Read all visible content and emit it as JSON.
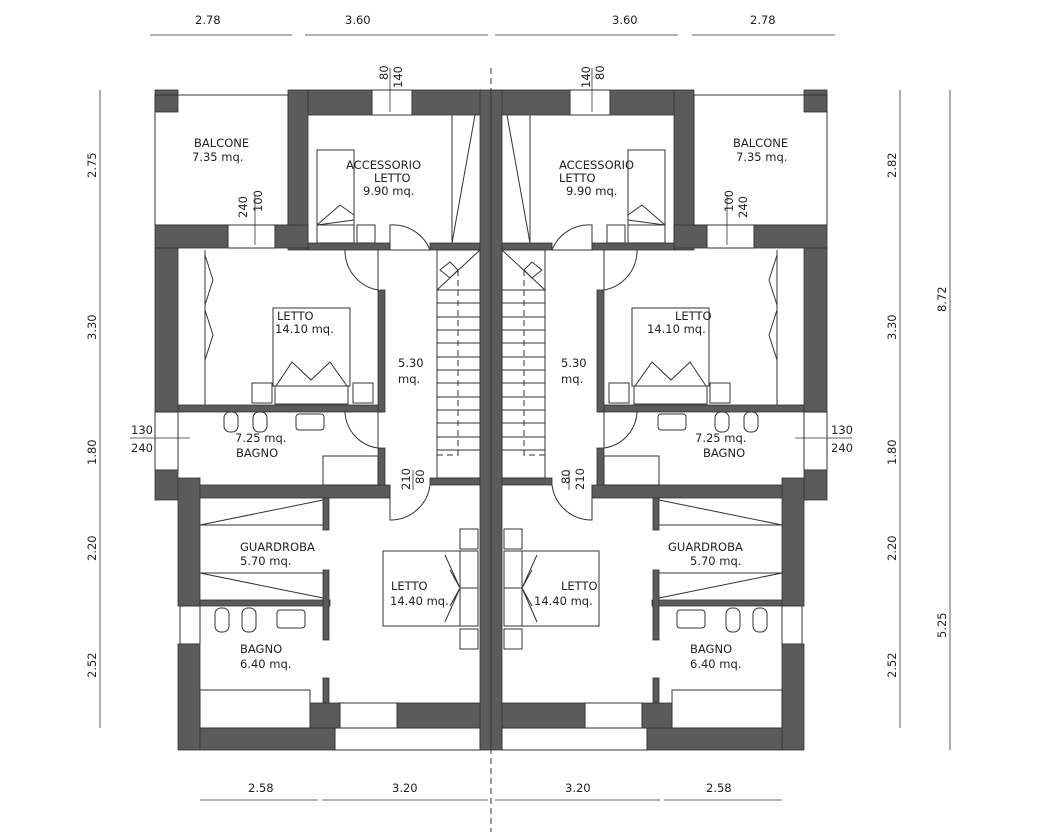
{
  "rooms": {
    "balcone": {
      "name": "BALCONE",
      "area": "7.35 mq."
    },
    "accessorio": {
      "name1": "ACCESSORIO",
      "name2": "LETTO",
      "area": "9.90 mq."
    },
    "letto1": {
      "name": "LETTO",
      "area": "14.10 mq."
    },
    "corridoio": {
      "area1": "5.30",
      "area2": "mq."
    },
    "bagno1": {
      "area": "7.25 mq.",
      "name": "BAGNO"
    },
    "guardaroba": {
      "name": "GUARDROBA",
      "area": "5.70 mq."
    },
    "letto2": {
      "name": "LETTO",
      "area": "14.40 mq."
    },
    "bagno2": {
      "name": "BAGNO",
      "area": "6.40 mq."
    }
  },
  "openings": {
    "top_window": [
      "140",
      "80"
    ],
    "balcone_door": [
      "100",
      "240"
    ],
    "bath_window": [
      "130",
      "240"
    ],
    "stair_door": [
      "80",
      "210"
    ]
  },
  "dims": {
    "top": [
      "2.78",
      "3.60",
      "3.60",
      "2.78"
    ],
    "bottom": [
      "2.58",
      "3.20",
      "3.20",
      "2.58"
    ],
    "left": [
      "2.75",
      "3.30",
      "1.80",
      "2.20",
      "2.52"
    ],
    "right_inner": [
      "2.82",
      "3.30",
      "1.80",
      "2.20",
      "2.52"
    ],
    "right_outer": [
      "8.72",
      "5.25"
    ]
  },
  "colors": {
    "wall": "#5b5b5b",
    "line": "#333333"
  }
}
